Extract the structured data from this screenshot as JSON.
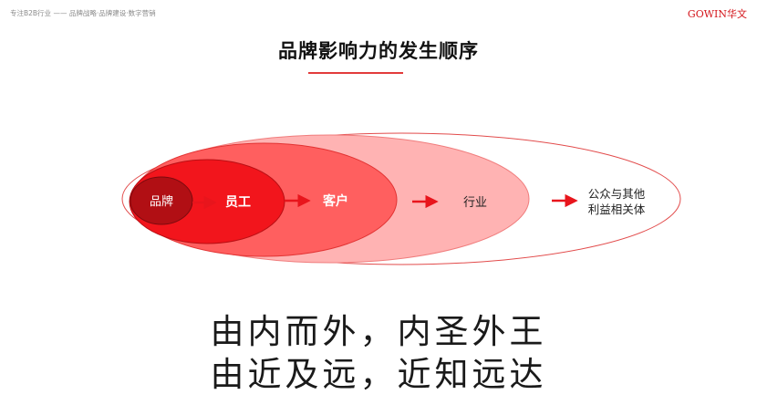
{
  "header": {
    "tagline": "专注B2B行业 —— 品牌战略·品牌建设·数字营销",
    "logo": "GOWIN华文"
  },
  "title": "品牌影响力的发生顺序",
  "diagram": {
    "colors": {
      "core": "#b10f14",
      "employee": "#f2151c",
      "customer": "#ff5f5f",
      "industry": "#ffb3b3",
      "public_stroke": "#e24b4b",
      "arrow": "#e8151c"
    },
    "circles": {
      "brand": "品牌",
      "employee": "员工",
      "customer": "客户",
      "industry": "行业",
      "public_line1": "公众与其他",
      "public_line2": "利益相关体"
    }
  },
  "motto": {
    "line1": "由内而外，内圣外王",
    "line2": "由近及远，近知远达"
  }
}
